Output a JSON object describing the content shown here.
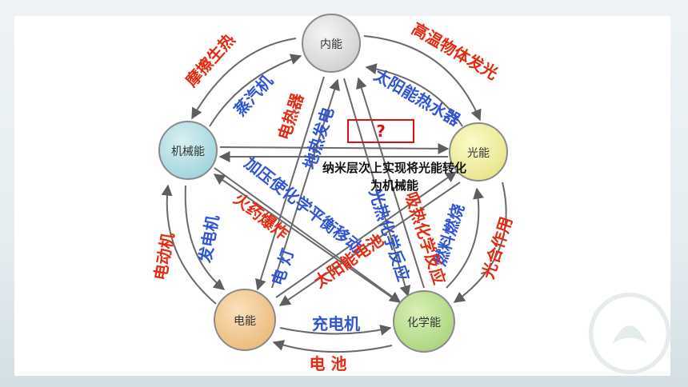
{
  "nodes": {
    "internal": "内能",
    "light": "光能",
    "chemical": "化学能",
    "electric": "电能",
    "mechanical": "机械能"
  },
  "labels": {
    "friction": "摩擦生热",
    "steam_engine": "蒸汽机",
    "heater": "电热器",
    "thermal_power": "地热发电",
    "hot_body": "高温物体发光",
    "solar_heater": "太阳能热水器",
    "photosynthesis": "光合作用",
    "combustion": "燃料燃烧",
    "photo_chemical": "光热化学反应",
    "thermal_chem": "吸热化学反应",
    "pressure_balance": "加压使化学平衡移动",
    "gunpowder": "火药爆炸",
    "solar_cell": "太阳能电池",
    "lamp": "电 灯",
    "generator": "发电机",
    "motor": "电动机",
    "charger": "充电机",
    "battery": "电 池"
  },
  "question": "?",
  "note": "纳米层次上实现将光能转化为机械能",
  "colors": {
    "red": "#e42a12",
    "blue": "#2f55d4",
    "arrow": "#6a6a6a"
  }
}
